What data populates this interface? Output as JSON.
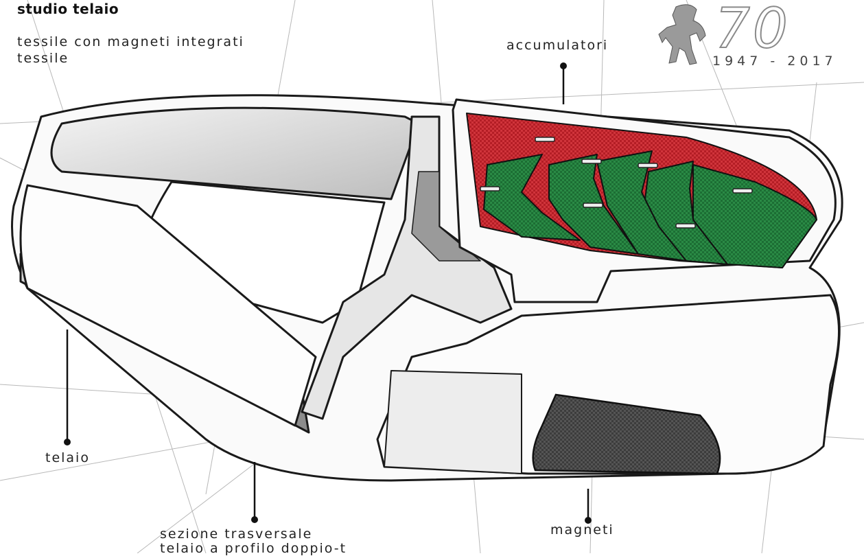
{
  "title": "studio telaio",
  "subtitle_lines": [
    "tessile con magneti integrati",
    "tessile"
  ],
  "logo": {
    "number": "70",
    "years": "1947 - 2017",
    "emblem": "prancing-horse-icon"
  },
  "annotations": {
    "accumulatori": "accumulatori",
    "telaio": "telaio",
    "sezione_line1": "sezione trasversale",
    "sezione_line2": "telaio a profilo doppio-t",
    "magneti": "magneti"
  },
  "colors": {
    "green": "#1f7a3a",
    "red": "#c4232b",
    "ink": "#1a1a1a",
    "pencil": "#9a9a9a",
    "dark_panel": "#4a4a4a"
  }
}
